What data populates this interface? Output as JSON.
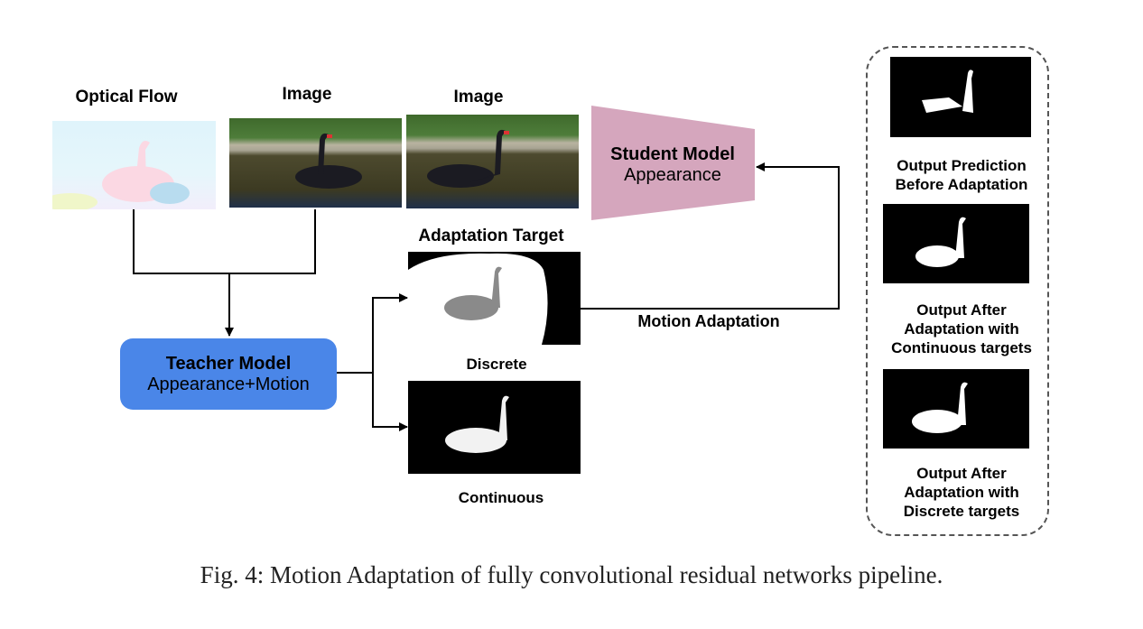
{
  "figure": {
    "inputs": {
      "optical_flow_label": "Optical Flow",
      "image_label_1": "Image",
      "image_label_2": "Image"
    },
    "teacher": {
      "title": "Teacher Model",
      "subtitle": "Appearance+Motion",
      "color": "#4a86e8"
    },
    "student": {
      "title": "Student Model",
      "subtitle": "Appearance",
      "color": "#d5a6bd"
    },
    "adaptation_target": {
      "title": "Adaptation Target",
      "discrete_label": "Discrete",
      "continuous_label": "Continuous"
    },
    "motion_adaptation_label": "Motion Adaptation",
    "outputs": {
      "before": "Output Prediction Before Adaptation",
      "after_continuous": "Output After Adaptation with Continuous targets",
      "after_discrete": "Output After Adaptation with Discrete targets"
    },
    "caption": "Fig. 4: Motion Adaptation of fully convolutional residual networks pipeline."
  }
}
